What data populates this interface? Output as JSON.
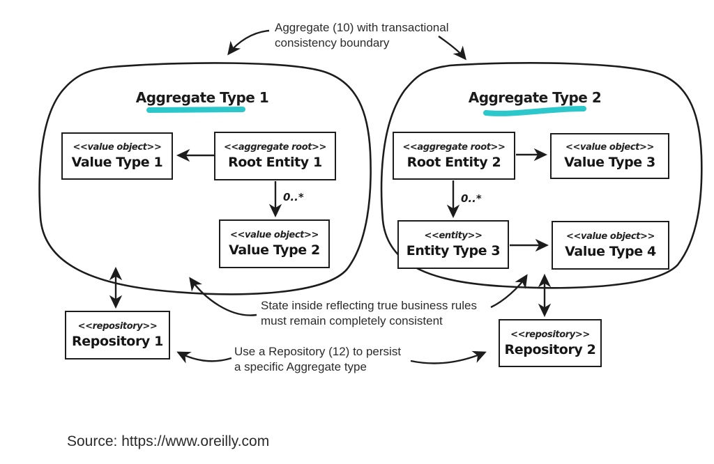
{
  "colors": {
    "ink": "#1c1c1c",
    "highlight": "#2bc7cb"
  },
  "annotations": {
    "aggregate_note": {
      "line1": "Aggregate (10) with transactional",
      "line2": "consistency boundary"
    },
    "state_note": {
      "line1": "State inside reflecting true business rules",
      "line2": "must remain completely consistent"
    },
    "repository_note": {
      "line1": "Use a Repository (12) to persist",
      "line2": "a specific Aggregate type"
    }
  },
  "aggregates": {
    "agg1": {
      "title": "Aggregate Type 1"
    },
    "agg2": {
      "title": "Aggregate Type 2"
    }
  },
  "multiplicity": "0..*",
  "boxes": {
    "value_type_1": {
      "stereotype": "<<value object>>",
      "name": "Value Type 1"
    },
    "root_entity_1": {
      "stereotype": "<<aggregate root>>",
      "name": "Root Entity 1"
    },
    "value_type_2": {
      "stereotype": "<<value object>>",
      "name": "Value Type 2"
    },
    "root_entity_2": {
      "stereotype": "<<aggregate root>>",
      "name": "Root Entity 2"
    },
    "value_type_3": {
      "stereotype": "<<value object>>",
      "name": "Value Type 3"
    },
    "entity_type_3": {
      "stereotype": "<<entity>>",
      "name": "Entity Type 3"
    },
    "value_type_4": {
      "stereotype": "<<value object>>",
      "name": "Value Type 4"
    },
    "repository_1": {
      "stereotype": "<<repository>>",
      "name": "Repository 1"
    },
    "repository_2": {
      "stereotype": "<<repository>>",
      "name": "Repository 2"
    }
  },
  "source": "Source: https://www.oreilly.com"
}
